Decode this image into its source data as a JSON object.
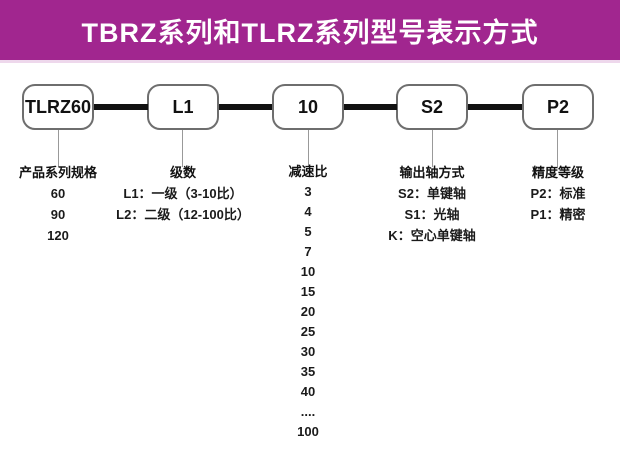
{
  "header": {
    "title": "TBRZ系列和TLRZ系列型号表示方式",
    "bg_color": "#a1268f",
    "text_color": "#ffffff"
  },
  "diagram": {
    "columns": [
      {
        "code": "TLRZ60",
        "label": "产品系列规格",
        "options": [
          "60",
          "90",
          "120"
        ]
      },
      {
        "code": "L1",
        "label": "级数",
        "options": [
          "L1：一级（3-10比）",
          "L2：二级（12-100比）"
        ]
      },
      {
        "code": "10",
        "label": "减速比",
        "options": [
          "3",
          "4",
          "5",
          "7",
          "10",
          "15",
          "20",
          "25",
          "30",
          "35",
          "40",
          "....",
          "100"
        ]
      },
      {
        "code": "S2",
        "label": "输出轴方式",
        "options": [
          "S2：单键轴",
          "S1：光轴",
          "K：空心单键轴"
        ]
      },
      {
        "code": "P2",
        "label": "精度等级",
        "options": [
          "P2：标准",
          "P1：精密"
        ]
      }
    ]
  }
}
